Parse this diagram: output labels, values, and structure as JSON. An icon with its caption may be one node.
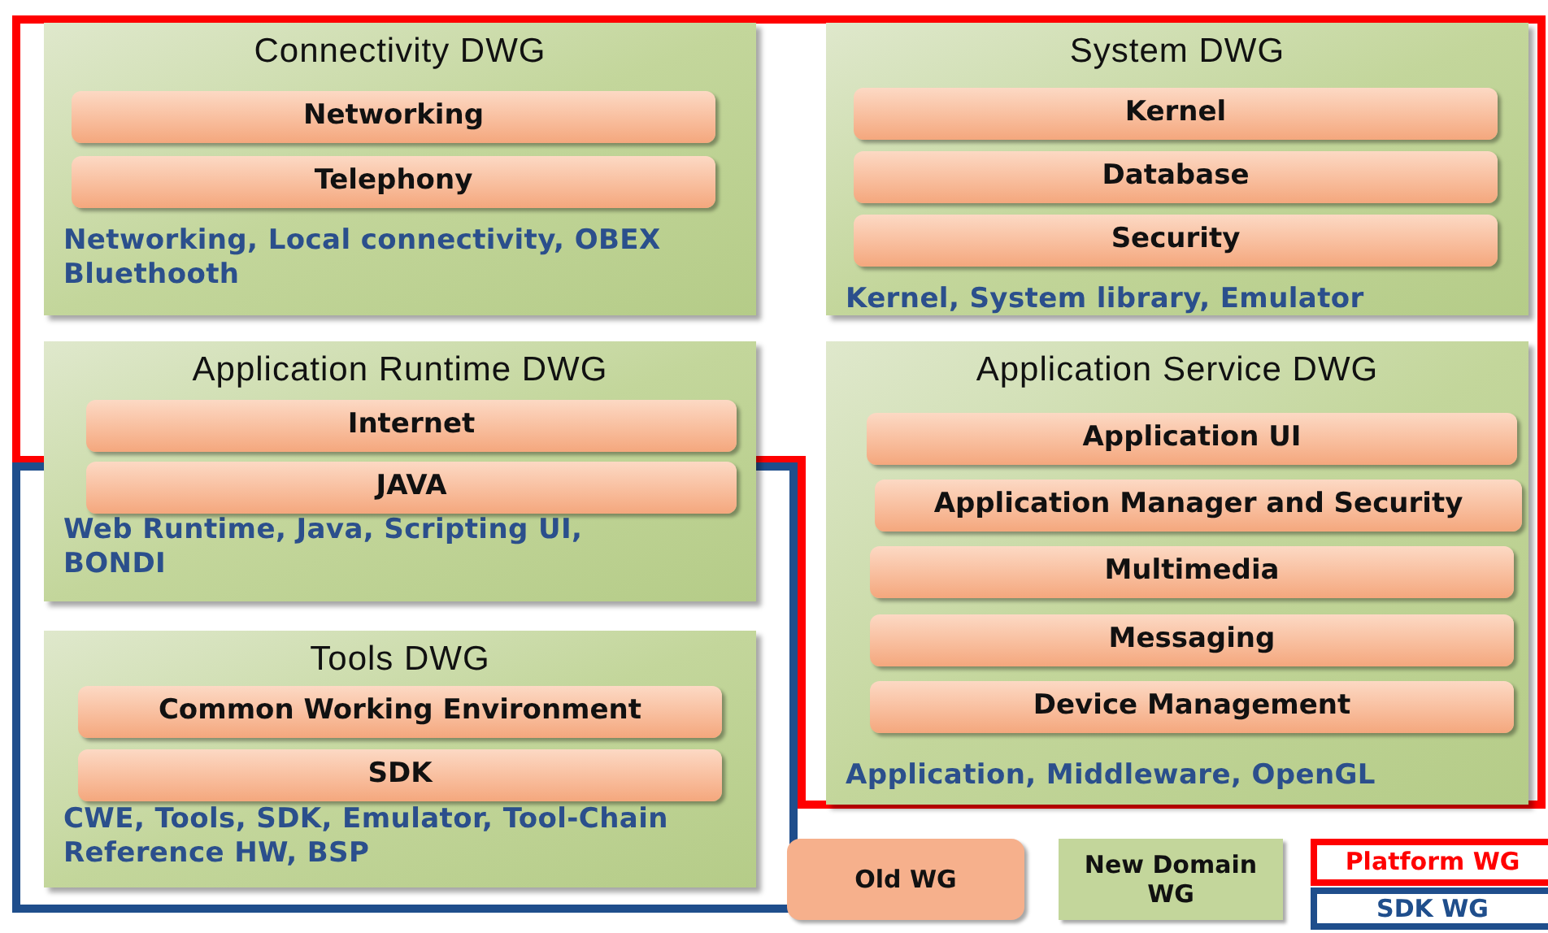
{
  "diagram": {
    "nodes": [
      {
        "text": [
          "Connectivity DWG",
          "Networking, Local connectivity, OBEX Bluethooth"
        ]
      },
      {
        "text": [
          "Networking"
        ],
        "in": 0
      },
      {
        "text": [
          "Telephony"
        ],
        "in": 0
      },
      {
        "text": [
          "System DWG",
          "Kernel, System library, Emulator"
        ]
      },
      {
        "text": [
          "Kernel"
        ],
        "in": 3
      },
      {
        "text": [
          "Database"
        ],
        "in": 3
      },
      {
        "text": [
          "Security"
        ],
        "in": 3
      },
      {
        "text": [
          "Application Runtime DWG",
          "Web Runtime, Java, Scripting UI, BONDI"
        ]
      },
      {
        "text": [
          "Internet"
        ],
        "in": 7
      },
      {
        "text": [
          "JAVA"
        ],
        "in": 7
      },
      {
        "text": [
          "Application Service DWG",
          "Application, Middleware, OpenGL"
        ]
      },
      {
        "text": [
          "Application UI"
        ],
        "in": 10
      },
      {
        "text": [
          "Application Manager and Security"
        ],
        "in": 10
      },
      {
        "text": [
          "Multimedia"
        ],
        "in": 10
      },
      {
        "text": [
          "Messaging"
        ],
        "in": 10
      },
      {
        "text": [
          "Device Management"
        ],
        "in": 10
      },
      {
        "text": [
          "Tools DWG",
          "CWE, Tools, SDK, Emulator, Tool-Chain Reference HW, BSP"
        ]
      },
      {
        "text": [
          "Common Working Environment"
        ],
        "in": 16
      },
      {
        "text": [
          "SDK"
        ],
        "in": 16
      }
    ],
    "legend": [
      {
        "text": "Old WG",
        "color": "#f6b08c"
      },
      {
        "text": "New Domain WG",
        "color": "#c3d69b"
      },
      {
        "text": "Platform WG"
      },
      {
        "text": "SDK WG"
      }
    ]
  }
}
